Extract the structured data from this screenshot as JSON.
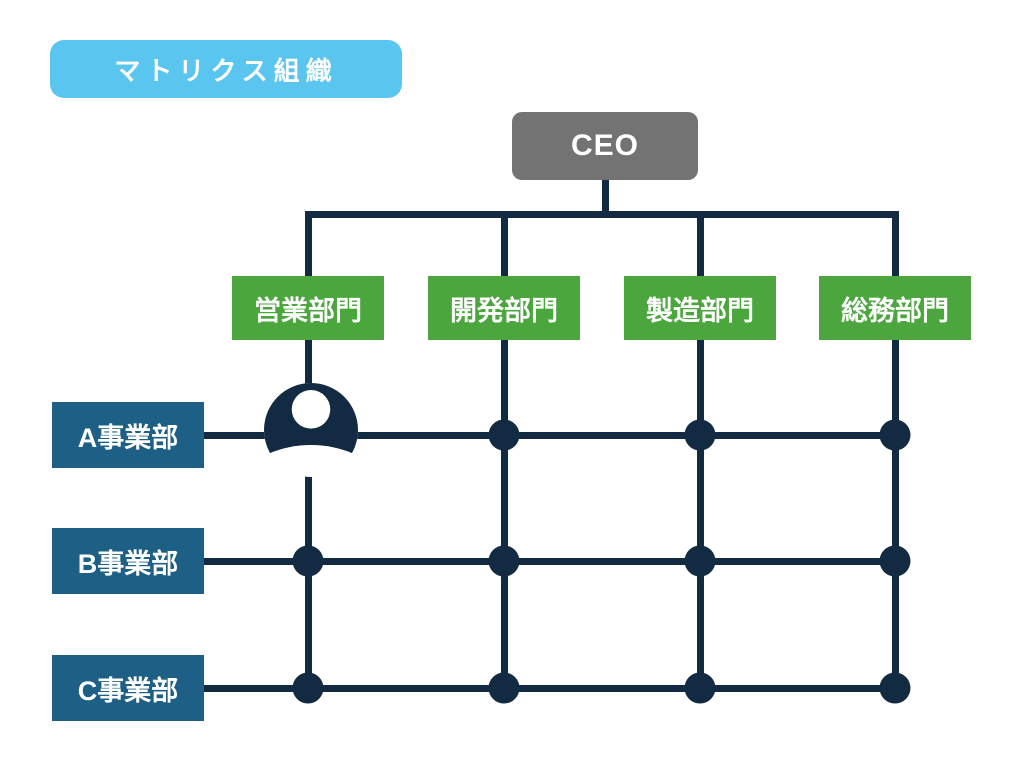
{
  "diagram_title": "マトリクス組織",
  "ceo": "CEO",
  "departments": [
    "営業部門",
    "開発部門",
    "製造部門",
    "総務部門"
  ],
  "divisions": [
    "A事業部",
    "B事業部",
    "C事業部"
  ],
  "matrix": {
    "type": "matrix-org-chart",
    "columns": [
      "営業部門",
      "開発部門",
      "製造部門",
      "総務部門"
    ],
    "rows": [
      "A事業部",
      "B事業部",
      "C事業部"
    ],
    "intersections": [
      {
        "row": "A事業部",
        "column": "営業部門",
        "marker": "person-icon"
      },
      {
        "row": "A事業部",
        "column": "開発部門",
        "marker": "dot"
      },
      {
        "row": "A事業部",
        "column": "製造部門",
        "marker": "dot"
      },
      {
        "row": "A事業部",
        "column": "総務部門",
        "marker": "dot"
      },
      {
        "row": "B事業部",
        "column": "営業部門",
        "marker": "dot"
      },
      {
        "row": "B事業部",
        "column": "開発部門",
        "marker": "dot"
      },
      {
        "row": "B事業部",
        "column": "製造部門",
        "marker": "dot"
      },
      {
        "row": "B事業部",
        "column": "総務部門",
        "marker": "dot"
      },
      {
        "row": "C事業部",
        "column": "営業部門",
        "marker": "dot"
      },
      {
        "row": "C事業部",
        "column": "開発部門",
        "marker": "dot"
      },
      {
        "row": "C事業部",
        "column": "製造部門",
        "marker": "dot"
      },
      {
        "row": "C事業部",
        "column": "総務部門",
        "marker": "dot"
      }
    ]
  },
  "colors": {
    "navy": "#132B42",
    "green": "#4BA63E",
    "teal": "#1E6085",
    "sky": "#5AC6F0",
    "gray": "#737373",
    "white": "#FFFFFF"
  }
}
